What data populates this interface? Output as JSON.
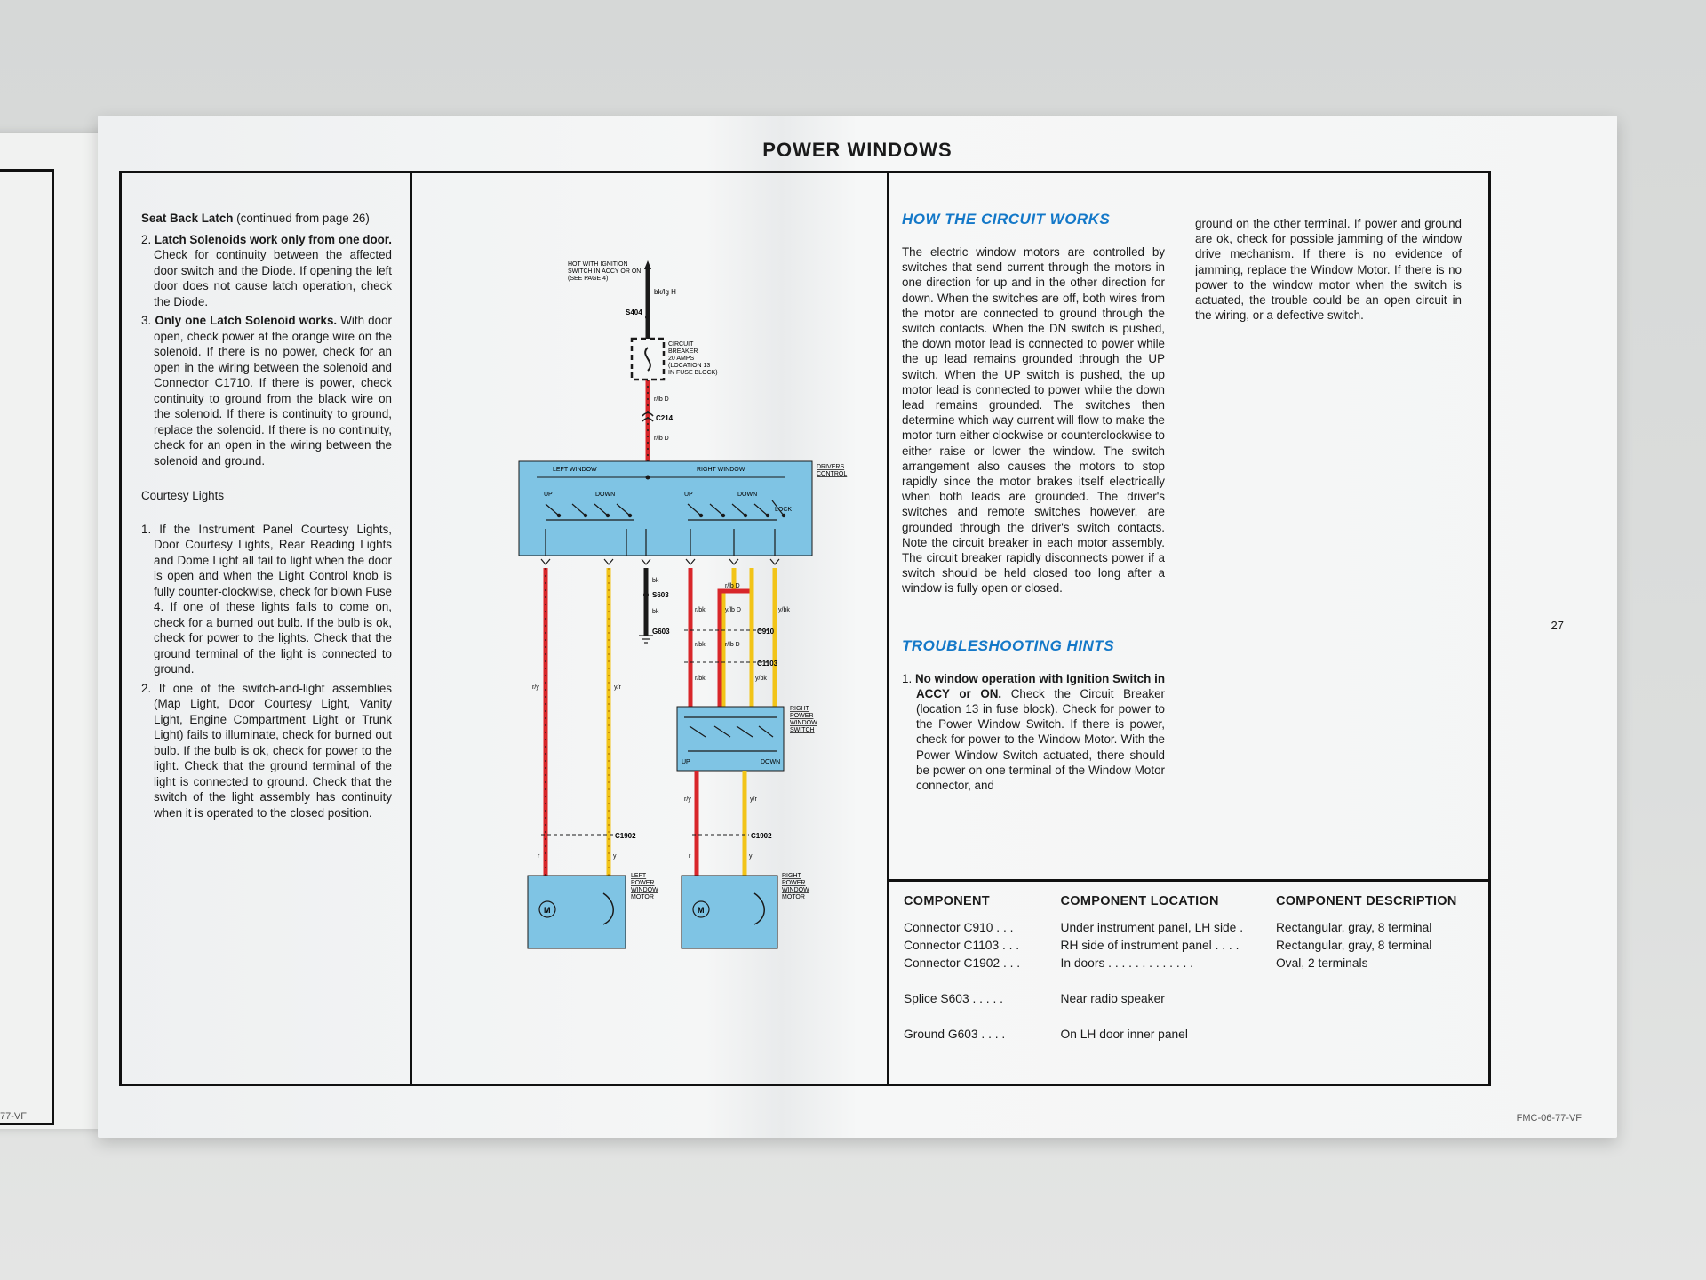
{
  "title": "POWER WINDOWS",
  "page_number": "27",
  "page_code": "FMC-06-77-VF",
  "left_page_code": "77-VF",
  "left_column": {
    "seat_back": {
      "heading_bold": "Seat Back Latch",
      "heading_rest": " (continued from page 26)",
      "items": [
        {
          "num": "2.",
          "bold": "Latch Solenoids work only from one door.",
          "text": " Check for continuity between the affected door switch and the Diode. If opening the left door does not cause latch operation, check the Diode."
        },
        {
          "num": "3.",
          "bold": "Only one Latch Solenoid works.",
          "text": " With door open, check power at the orange wire on the solenoid. If there is no power, check for an open in the wiring between the solenoid and Connector C1710. If there is power, check continuity to ground from the black wire on the solenoid. If there is continuity to ground, replace the solenoid. If there is no continuity, check for an open in the wiring between the solenoid and ground."
        }
      ]
    },
    "courtesy": {
      "heading": "Courtesy Lights",
      "items": [
        {
          "num": "1.",
          "text": "If the Instrument Panel Courtesy Lights, Door Courtesy Lights, Rear Reading Lights and Dome Light all fail to light when the door is open and when the Light Control knob is fully counter-clockwise, check for blown Fuse 4. If one of these lights fails to come on, check for a burned out bulb. If the bulb is ok, check for power to the lights. Check that the ground terminal of the light is connected to ground."
        },
        {
          "num": "2.",
          "text": "If one of the switch-and-light assemblies (Map Light, Door Courtesy Light, Vanity Light, Engine Compartment Light or Trunk Light) fails to illuminate, check for burned out bulb. If the bulb is ok, check for power to the light. Check that the ground terminal of the light is connected to ground. Check that the switch of the light assembly has continuity when it is operated to the closed position."
        }
      ]
    }
  },
  "diagram": {
    "hot_label_1": "HOT WITH IGNITION",
    "hot_label_2": "SWITCH IN ACCY OR ON",
    "hot_label_3": "(SEE PAGE 4)",
    "wire_top": "bk/lg H",
    "splice_s404": "S404",
    "breaker_1": "CIRCUIT",
    "breaker_2": "BREAKER",
    "breaker_3": "20 AMPS",
    "breaker_4": "(LOCATION 13",
    "breaker_5": "IN FUSE BLOCK)",
    "wire_rlbd_1": "r/lb D",
    "conn_c214": "C214",
    "wire_rlbd_2": "r/lb D",
    "left_window": "LEFT WINDOW",
    "right_window": "RIGHT WINDOW",
    "drivers_1": "DRIVERS",
    "drivers_2": "CONTROL",
    "up_l": "UP",
    "down_l": "DOWN",
    "up_r": "UP",
    "down_r": "DOWN",
    "lock": "LOCK",
    "bk_1": "bk",
    "splice_s603": "S603",
    "bk_2": "bk",
    "ground_g603": "G603",
    "rlbd_3": "r/lb D",
    "rbk_1": "r/bk",
    "ylbd": "y/lb D",
    "ybk": "y/bk",
    "conn_c910": "C910",
    "rbk_2": "r/bk",
    "rlbd_4": "r/lb D",
    "conn_c1103": "C1103",
    "rbk_3": "r/bk",
    "ybk_2": "y/bk",
    "rpws_1": "RIGHT",
    "rpws_2": "POWER",
    "rpws_3": "WINDOW",
    "rpws_4": "SWITCH",
    "up_rw": "UP",
    "down_rw": "DOWN",
    "ry_left": "r/y",
    "yr_left": "y/r",
    "ry_right": "r/y",
    "yr_right": "y/r",
    "conn_c1902_l": "C1902",
    "conn_c1902_r": "C1902",
    "r_l": "r",
    "y_l": "y",
    "r_r": "r",
    "y_r": "y",
    "lpwm_1": "LEFT",
    "lpwm_2": "POWER",
    "lpwm_3": "WINDOW",
    "lpwm_4": "MOTOR",
    "rpwm_1": "RIGHT",
    "rpwm_2": "POWER",
    "rpwm_3": "WINDOW",
    "rpwm_4": "MOTOR",
    "motor_symbol": "M",
    "colors": {
      "box": "#7fc4e4",
      "red_wire": "#d8262a",
      "yellow_wire": "#f2c418",
      "black_wire": "#1a1a1a"
    }
  },
  "how_it_works": {
    "heading": "HOW THE CIRCUIT WORKS",
    "text": "The electric window motors are controlled by switches that send current through the motors in one direction for up and in the other direction for down. When the switches are off, both wires from the motor are connected to ground through the switch contacts. When the DN switch is pushed, the down motor lead is connected to power while the up lead remains grounded through the UP switch. When the UP switch is pushed, the up motor lead is connected to power while the down lead remains grounded. The switches then determine which way current will flow to make the motor turn either clockwise or counterclockwise to either raise or lower the window. The switch arrangement also causes the motors to stop rapidly since the motor brakes itself electrically when both leads are grounded. The driver's switches and remote switches however, are grounded through the driver's switch contacts. Note the circuit breaker in each motor assembly. The circuit breaker rapidly disconnects power if a switch should be held closed too long after a window is fully open or closed."
  },
  "troubleshooting": {
    "heading": "TROUBLESHOOTING HINTS",
    "item_num": "1.",
    "item_bold": "No window operation with Ignition Switch in ACCY or ON.",
    "item_text": " Check the Circuit Breaker (location 13 in fuse block). Check for power to the Power Window Switch. If there is power, check for power to the Window Motor. With the Power Window Switch actuated, there should be power on one terminal of the Window Motor connector, and",
    "continued": "ground on the other terminal. If power and ground are ok, check for possible jamming of the window drive mechanism. If there is no evidence of jamming, replace the Window Motor. If there is no power to the window motor when the switch is actuated, the trouble could be an open circuit in the wiring, or a defective switch."
  },
  "components_table": {
    "headers": [
      "COMPONENT",
      "COMPONENT LOCATION",
      "COMPONENT DESCRIPTION"
    ],
    "rows": [
      [
        "Connector C910 . . .",
        "Under instrument panel, LH side .",
        "Rectangular, gray, 8 terminal"
      ],
      [
        "Connector C1103 . . .",
        "RH side of instrument panel . . . .",
        "Rectangular, gray, 8 terminal"
      ],
      [
        "Connector C1902 . . .",
        "In doors . . . . . . . . . . . . .",
        "Oval, 2 terminals"
      ],
      [
        "Splice S603 . . . . .",
        "Near radio speaker",
        ""
      ],
      [
        "Ground G603 . . . .",
        "On LH door inner panel",
        ""
      ]
    ]
  }
}
